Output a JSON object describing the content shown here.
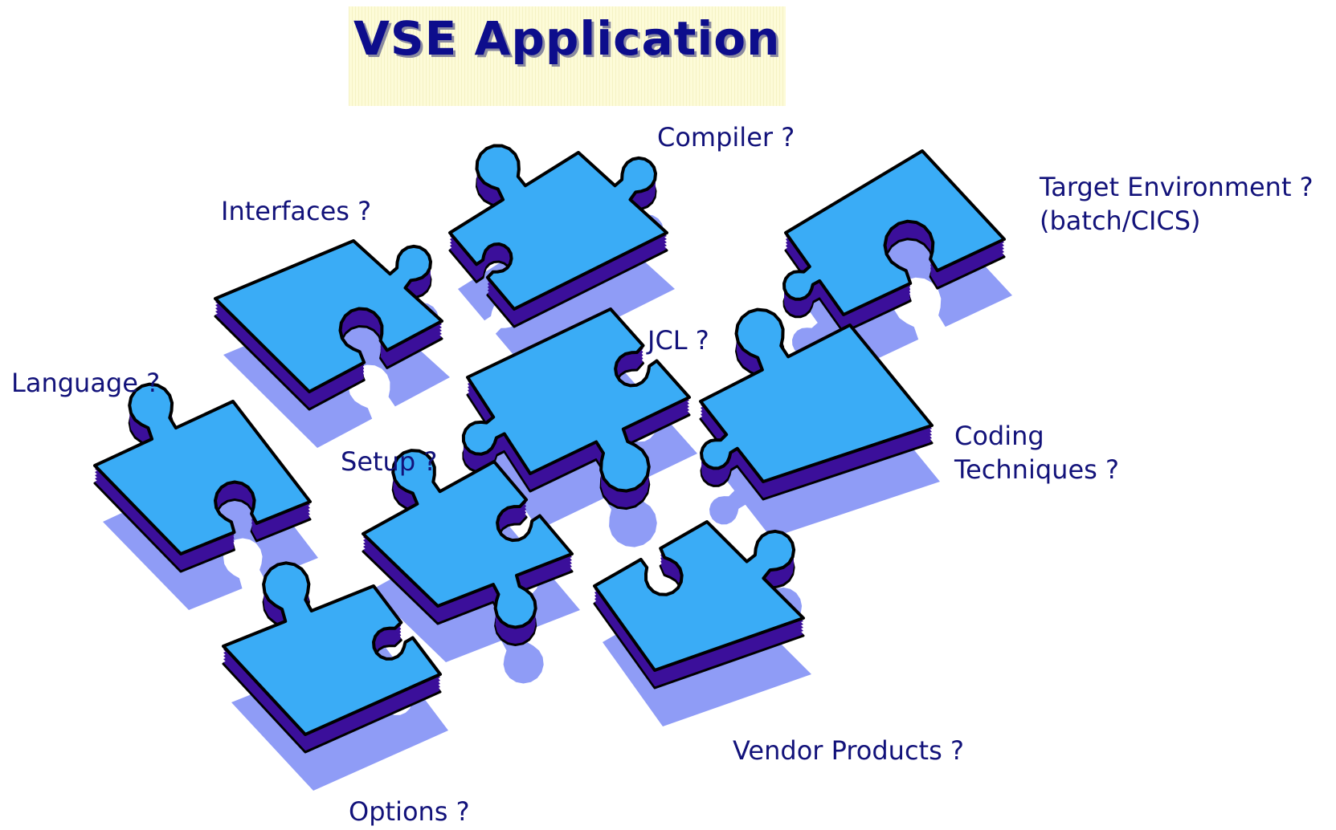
{
  "title": "VSE Application",
  "labels": {
    "compiler": "Compiler ?",
    "interfaces": "Interfaces ?",
    "target_line1": "Target Environment ?",
    "target_line2": "(batch/CICS)",
    "language": "Language ?",
    "jcl": "JCL ?",
    "setup": "Setup ?",
    "coding_line1": "Coding",
    "coding_line2": "Techniques ?",
    "vendor": "Vendor Products ?",
    "options": "Options ?"
  },
  "colors": {
    "piece_top": "#3aacf6",
    "piece_side": "#3b0f9a",
    "piece_shadow": "#8f9cf6",
    "label_text": "#12127a",
    "title_text": "#0d0d8c",
    "title_bg": "#fdfbd8"
  }
}
